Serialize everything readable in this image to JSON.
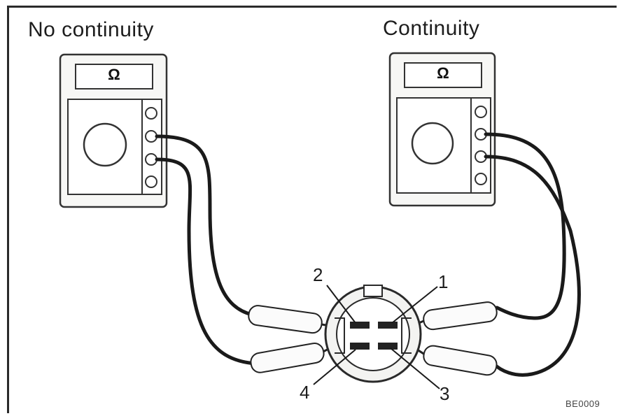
{
  "left_meter": {
    "caption": "No continuity",
    "display": "Ω"
  },
  "right_meter": {
    "caption": "Continuity",
    "display": "Ω"
  },
  "connector": {
    "pin_1": "1",
    "pin_2": "2",
    "pin_3": "3",
    "pin_4": "4"
  },
  "figure_code": "BE0009"
}
